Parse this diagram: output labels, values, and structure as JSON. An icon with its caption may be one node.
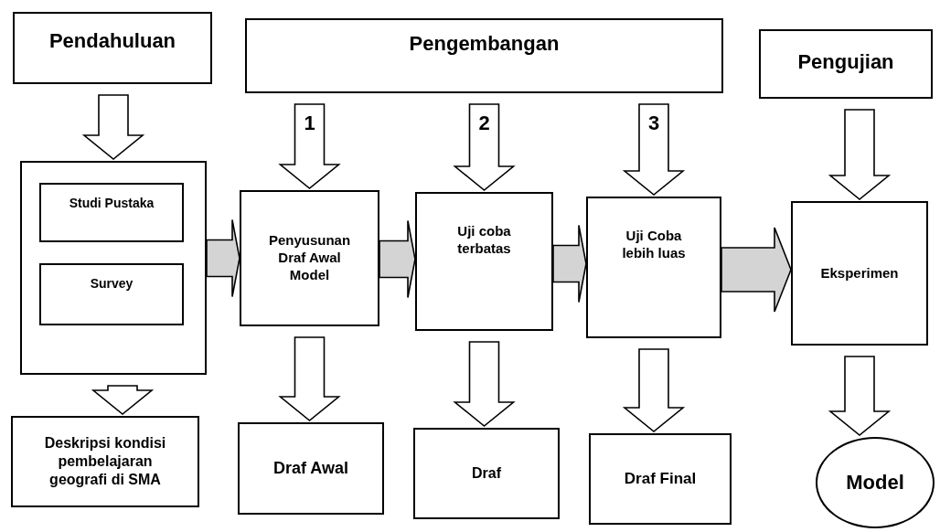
{
  "diagram": {
    "nodes": [
      {
        "text": [
          "Pendahuluan"
        ]
      },
      {
        "text": [
          "Pengembangan"
        ]
      },
      {
        "text": [
          "Pengujian"
        ]
      },
      {
        "text": [],
        "shape": "box"
      },
      {
        "text": [
          "Studi Pustaka"
        ],
        "in": 3
      },
      {
        "text": [
          "Survey"
        ],
        "in": 3
      },
      {
        "text": [
          "Penyusunan Draf Awal Model"
        ]
      },
      {
        "text": [
          "Uji coba terbatas"
        ]
      },
      {
        "text": [
          "Uji Coba lebih luas"
        ]
      },
      {
        "text": [
          "Eksperimen"
        ]
      },
      {
        "text": [
          "Deskripsi kondisi pembelajaran geografi di SMA"
        ]
      },
      {
        "text": [
          "Draf Awal"
        ]
      },
      {
        "text": [
          "Draf"
        ]
      },
      {
        "text": [
          "Draf Final"
        ]
      },
      {
        "text": [
          "Model"
        ]
      }
    ],
    "edges": [
      {
        "from": 0,
        "to": 3,
        "arrow": "to"
      },
      {
        "from": 1,
        "to": 6,
        "arrow": "to",
        "label": "1"
      },
      {
        "from": 1,
        "to": 7,
        "arrow": "to",
        "label": "2"
      },
      {
        "from": 1,
        "to": 8,
        "arrow": "to",
        "label": "3"
      },
      {
        "from": 2,
        "to": 9,
        "arrow": "to"
      },
      {
        "from": 3,
        "to": 6,
        "arrow": "to",
        "color": "#d4d4d4"
      },
      {
        "from": 6,
        "to": 7,
        "arrow": "to",
        "color": "#d4d4d4"
      },
      {
        "from": 7,
        "to": 8,
        "arrow": "to",
        "color": "#d4d4d4"
      },
      {
        "from": 8,
        "to": 9,
        "arrow": "to",
        "color": "#d4d4d4"
      },
      {
        "from": 3,
        "to": 10,
        "arrow": "to"
      },
      {
        "from": 6,
        "to": 11,
        "arrow": "to"
      },
      {
        "from": 7,
        "to": 12,
        "arrow": "to"
      },
      {
        "from": 8,
        "to": 13,
        "arrow": "to"
      },
      {
        "from": 9,
        "to": 14,
        "arrow": "to"
      }
    ]
  }
}
